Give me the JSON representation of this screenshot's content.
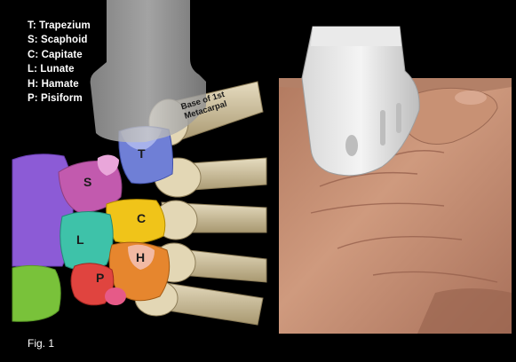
{
  "legend": [
    {
      "text": "T: Trapezium"
    },
    {
      "text": "S: Scaphoid"
    },
    {
      "text": "C: Capitate"
    },
    {
      "text": "L: Lunate"
    },
    {
      "text": "H: Hamate"
    },
    {
      "text": "P: Pisiform"
    }
  ],
  "bone_labels": {
    "trapezium": "T",
    "scaphoid": "S",
    "capitate": "C",
    "lunate": "L",
    "hamate": "H",
    "pisiform": "P"
  },
  "metacarpal_label": {
    "line1": "Base of 1st",
    "line2": "Metacarpal"
  },
  "caption": "Fig. 1",
  "colors": {
    "trapezium": "#6f7fd6",
    "scaphoid": "#c25aae",
    "capitate": "#f0c419",
    "lunate": "#3ec2a9",
    "hamate": "#e6862e",
    "pisiform": "#e0443f",
    "radius": "#8c5bd6",
    "ulna": "#79c23a",
    "probe": "#b8b8b8",
    "skin": "#c98f72",
    "bone": "#cfc2a0"
  }
}
